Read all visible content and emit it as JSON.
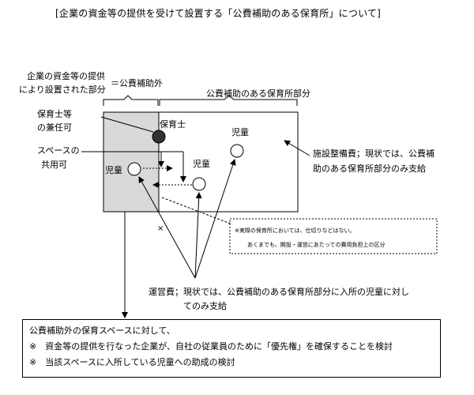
{
  "title": "[企業の資金等の提供を受けて設置する「公費補助のある保育所」について]",
  "labels": {
    "company_part_line1": "企業の資金等の提供",
    "company_part_line2": "により設置された部分",
    "non_subsidized": "＝公費補助外",
    "subsidized_part": "公費補助のある保育所部分",
    "nursery_staff_line1": "保育士等",
    "nursery_staff_line2": "の兼任可",
    "nursery_teacher": "保育士",
    "space_shared_line1": "スペースの",
    "space_shared_line2": "共用可",
    "child_right_top": "児童",
    "child_middle": "児童",
    "child_left": "児童",
    "facility_cost_line1": "施設整備費；現状では、公費補",
    "facility_cost_line2": "助のある保育所部分のみ支給",
    "note_line1": "※実際の保育所においては、仕切りなどはない。",
    "note_line2": "あくまでも、開設・運営にあたっての費用負担上の区分",
    "operating_cost_line1": "運営費；現状では、公費補助のある保育所部分に入所の児童に対し",
    "operating_cost_line2": "てのみ支給",
    "x_mark": "×"
  },
  "caption": {
    "line1": "公費補助外の保育スペースに対して、",
    "line2": "※　資金等の提供を行なった企業が、自社の従業員のために「優先権」を確保することを検討",
    "line3": "※　当該スペースに入所している児童への助成の検討"
  },
  "colors": {
    "shaded_area": "#d9d9d9",
    "staff_dot": "#333333"
  }
}
